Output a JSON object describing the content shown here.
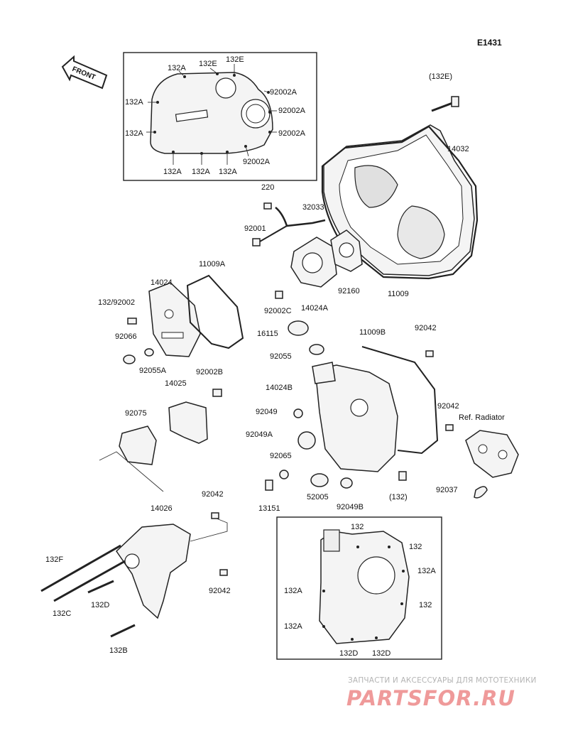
{
  "diagram_code": "E1431",
  "front_label": "FRONT",
  "watermark": {
    "line": "ЗАПЧАСТИ И АКСЕССУАРЫ ДЛЯ МОТОТЕХНИКИ",
    "logo": "PARTSFOR.RU"
  },
  "callouts": {
    "c01": "132A",
    "c02": "132E",
    "c03": "132E",
    "c04": "92002A",
    "c05": "132A",
    "c06": "92002A",
    "c07": "132A",
    "c08": "92002A",
    "c09": "132A",
    "c10": "132A",
    "c11": "132A",
    "c12": "92002A",
    "c13": "(132E)",
    "c14": "14032",
    "c15": "220",
    "c16": "32033",
    "c17": "92001",
    "c18": "11009A",
    "c19": "14024",
    "c20": "132/92002",
    "c21": "92002C",
    "c22": "14024A",
    "c23": "92160",
    "c24": "11009",
    "c25": "92066",
    "c26": "92055A",
    "c27": "16115",
    "c28": "11009B",
    "c29": "92042",
    "c30": "92055",
    "c31": "14024B",
    "c32": "92002B",
    "c33": "14025",
    "c34": "92049",
    "c35": "92042",
    "c36": "Ref. Radiator",
    "c37": "92075",
    "c38": "92049A",
    "c39": "92065",
    "c40": "13151",
    "c41": "52005",
    "c42": "92049B",
    "c43": "(132)",
    "c44": "92037",
    "c45": "92042",
    "c46": "14026",
    "c47": "132F",
    "c48": "92042",
    "c49": "132C",
    "c50": "132D",
    "c51": "132B",
    "c52": "132",
    "c53": "132",
    "c54": "132A",
    "c55": "132A",
    "c56": "132",
    "c57": "132A",
    "c58": "132D",
    "c59": "132D"
  }
}
